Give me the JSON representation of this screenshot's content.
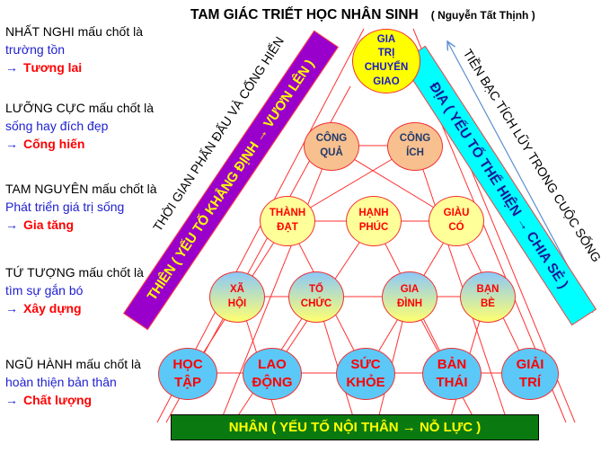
{
  "title": "TAM GIÁC  TRIẾT  HỌC NHÂN  SINH",
  "author": "( Nguyễn  Tất  Thịnh )",
  "side_notes": [
    {
      "head": "NHẤT NGHI     mấu chốt là",
      "body": "trường tồn",
      "arrow": "→",
      "result": "Tương lai"
    },
    {
      "head": "LƯỠNG CỰC   mấu chốt là",
      "body": "sống hay đích đẹp",
      "arrow": "→",
      "result": "Cống hiến"
    },
    {
      "head": "TAM  NGUYÊN mấu chốt là",
      "body": "Phát triển giá trị sống",
      "arrow": "→",
      "result": "Gia tăng"
    },
    {
      "head": "TỨ TƯỢNG mấu chốt là",
      "body": "tìm sự gắn bó",
      "arrow": "→",
      "result": "Xây  dựng"
    },
    {
      "head": "NGŨ HÀNH mấu chốt là",
      "body": "hoàn thiện bản thân",
      "arrow": "→",
      "result": "Chất lượng"
    }
  ],
  "nodes": {
    "row1": [
      {
        "l1": "GIA",
        "l2": "TRỊ",
        "l3": "CHUYỂN",
        "l4": "GIAO"
      }
    ],
    "row2": [
      {
        "l1": "CÔNG",
        "l2": "QUẢ"
      },
      {
        "l1": "CÔNG",
        "l2": "ÍCH"
      }
    ],
    "row3": [
      {
        "l1": "THÀNH",
        "l2": "ĐẠT"
      },
      {
        "l1": "HẠNH",
        "l2": "PHÚC"
      },
      {
        "l1": "GIÀU",
        "l2": "CÓ"
      }
    ],
    "row4": [
      {
        "l1": "XÃ",
        "l2": "HỘI"
      },
      {
        "l1": "TỔ",
        "l2": "CHỨC"
      },
      {
        "l1": "GIA",
        "l2": "ĐÌNH"
      },
      {
        "l1": "BẠN",
        "l2": "BÈ"
      }
    ],
    "row5": [
      {
        "l1": "HỌC",
        "l2": "TẬP"
      },
      {
        "l1": "LAO",
        "l2": "ĐỘNG"
      },
      {
        "l1": "SỨC",
        "l2": "KHỎE"
      },
      {
        "l1": "BẢN",
        "l2": "THÁI"
      },
      {
        "l1": "GIẢI",
        "l2": "TRÍ"
      }
    ]
  },
  "bands": {
    "thien": "THIÊN ( YẾU TỐ KHẲNG ĐỊNH → VƯƠN LÊN )",
    "dia": "ĐỊA ( YẾU TỐ THỂ HIỆN → CHIA SẺ )",
    "nhan": "NHÂN ( YẾU TỐ  NỘI THÂN  → NỖ LỰC )"
  },
  "axes": {
    "left": "THỜI GIAN  PHẤN ĐẤU VÀ  CỐNG HIẾN",
    "right": "TIỀN BẠC  TÍCH  LŨY TRONG CUỘC SỐNG"
  },
  "colors": {
    "thien": "#9900cc",
    "dia": "#00ffff",
    "nhan": "#0a7a10",
    "grid": "#ff3030"
  }
}
